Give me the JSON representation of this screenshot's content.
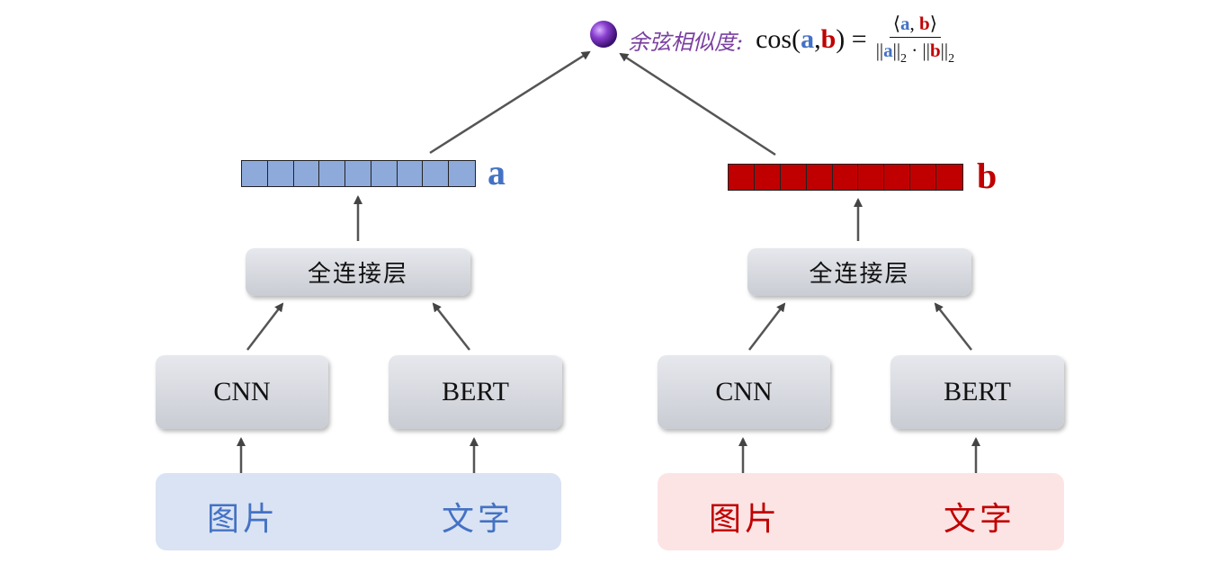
{
  "similarity": {
    "label": "余弦相似度:",
    "formula_lhs": "cos(",
    "a": "a",
    "comma": ", ",
    "b": "b",
    "rhs_eq": ") =",
    "num_open": "⟨",
    "num_close": "⟩",
    "den_bar": "||",
    "den_sub": "2",
    "den_dot": " · ",
    "colors": {
      "label": "#7a3fa0",
      "a": "#4472c4",
      "b": "#c00000",
      "node": "#6a2ea0"
    }
  },
  "left": {
    "vector_label": "a",
    "vector_cells": 9,
    "vector_color": "#8eaadb",
    "fc_label": "全连接层",
    "encoder1": "CNN",
    "encoder2": "BERT",
    "input1": "图片",
    "input2": "文字",
    "input_text_color": "#4472c4",
    "panel_color": "#dae3f3"
  },
  "right": {
    "vector_label": "b",
    "vector_cells": 9,
    "vector_color": "#c00000",
    "fc_label": "全连接层",
    "encoder1": "CNN",
    "encoder2": "BERT",
    "input1": "图片",
    "input2": "文字",
    "input_text_color": "#c00000",
    "panel_color": "#fde4e4"
  }
}
